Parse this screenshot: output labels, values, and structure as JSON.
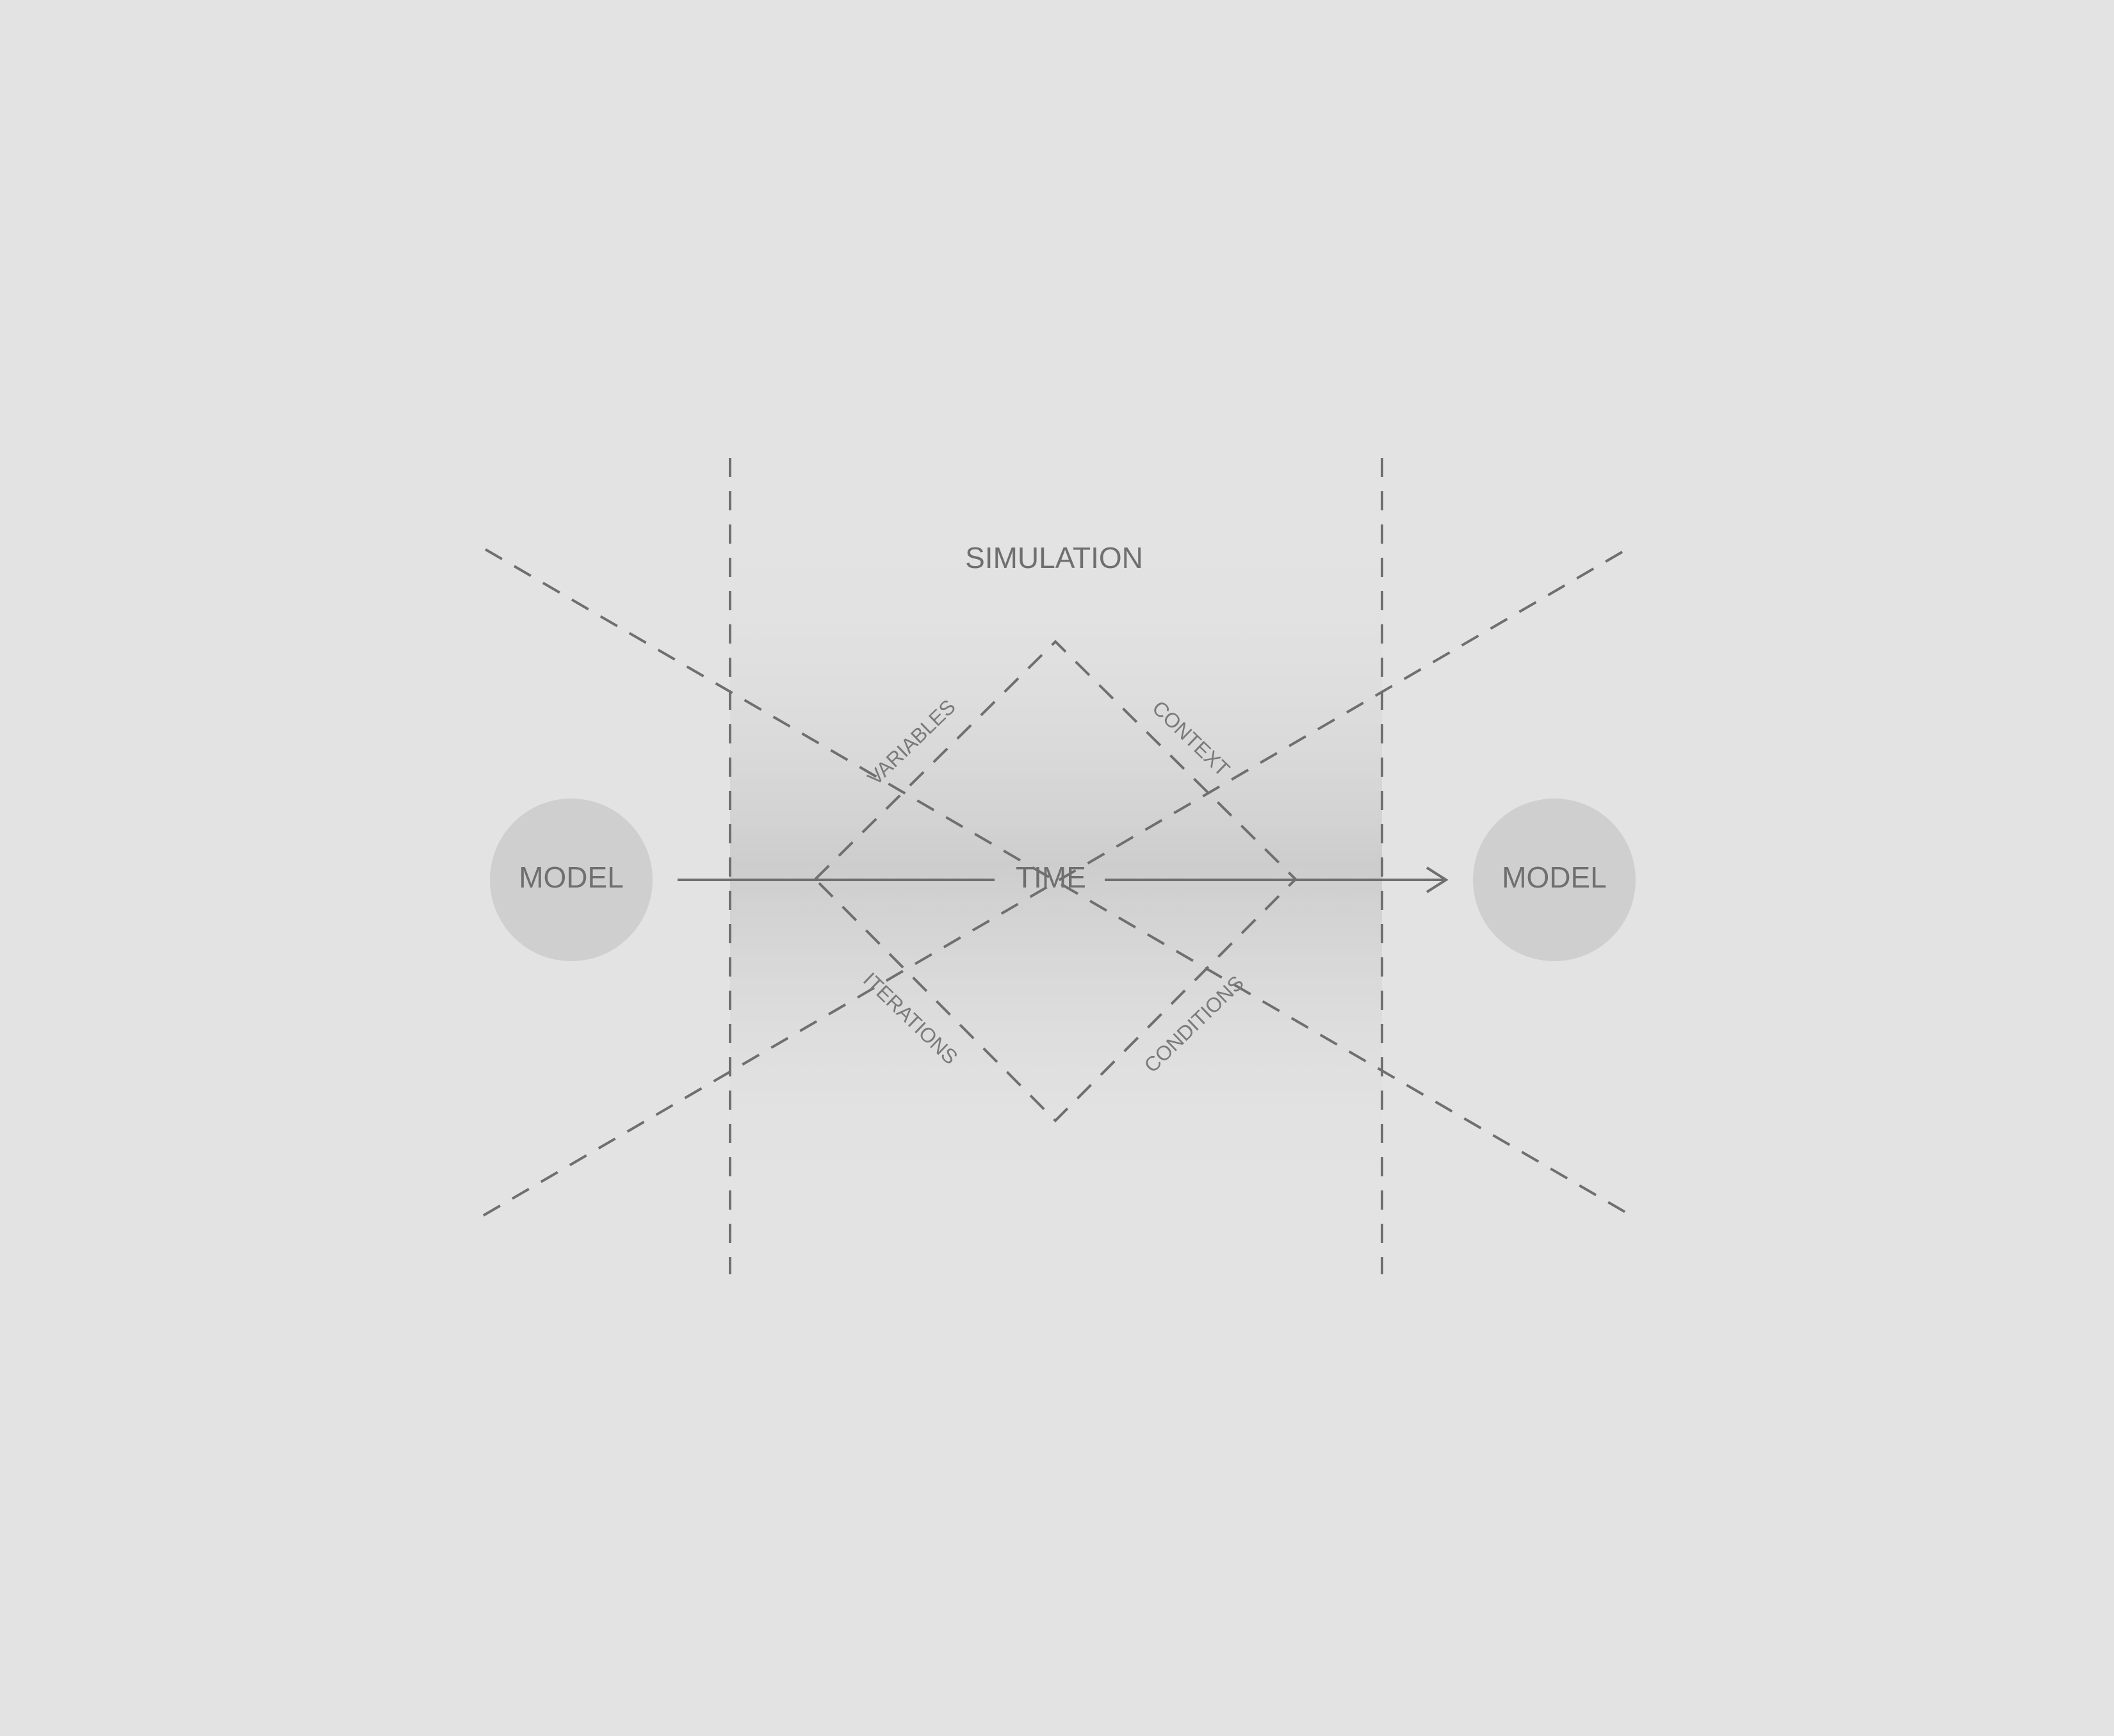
{
  "diagram": {
    "title": "SIMULATION",
    "axis_label": "TIME",
    "nodes": {
      "source": "MODEL",
      "target": "MODEL"
    },
    "edge_labels": {
      "upper_left": "VARIABLES",
      "upper_right": "CONTEXT",
      "lower_left": "ITERATIONS",
      "lower_right": "CONDITIONS"
    },
    "colors": {
      "background": "#e3e3e3",
      "band": "#cfcfcf",
      "node_fill": "#cfcfcf",
      "stroke": "#6f6f6f",
      "text": "#6f6f6f"
    }
  }
}
